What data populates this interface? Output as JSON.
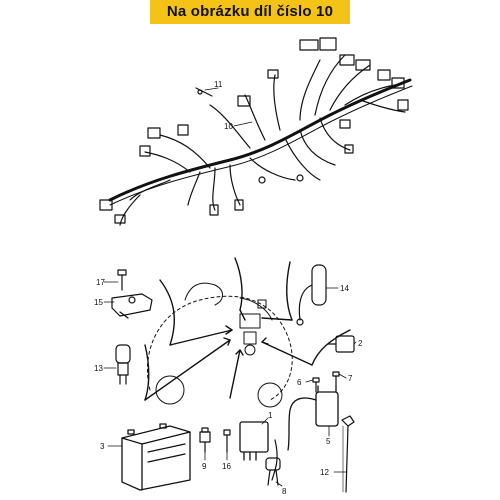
{
  "banner": {
    "text": "Na obrázku díl číslo 10"
  },
  "callouts": [
    "1",
    "2",
    "3",
    "4",
    "5",
    "6",
    "7",
    "8",
    "9",
    "10",
    "11",
    "12",
    "13",
    "14",
    "15",
    "16",
    "17"
  ],
  "colors": {
    "banner_bg": "#f5c218",
    "ink": "#111111",
    "background": "#ffffff"
  }
}
